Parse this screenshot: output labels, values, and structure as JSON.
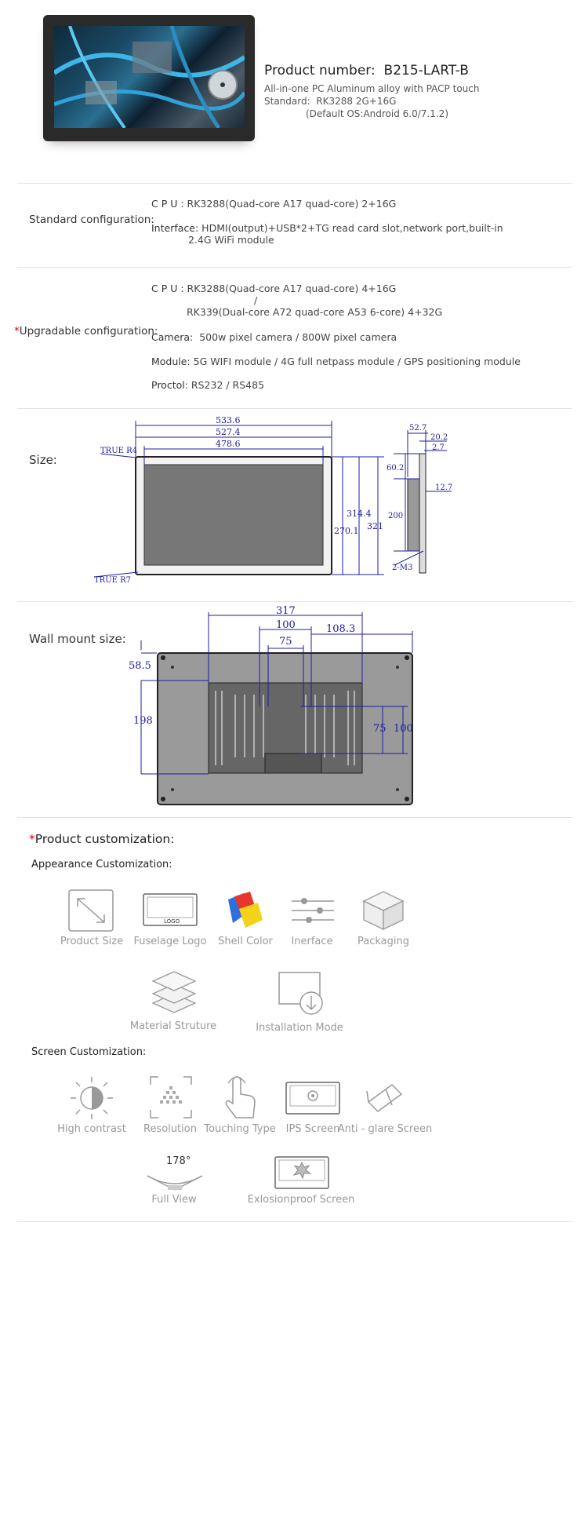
{
  "product": {
    "number_label": "Product number:",
    "number_value": "B215-LART-B",
    "desc_line1": "All-in-one PC Aluminum alloy with PACP touch",
    "standard_label": "Standard:",
    "standard_value": "RK3288 2G+16G",
    "default_os": "(Default OS:Android 6.0/7.1.2)"
  },
  "standard_config": {
    "label": "Standard configuration:",
    "cpu_label": "C P U :",
    "cpu_value": "RK3288(Quad-core A17 quad-core) 2+16G",
    "interface_label": "Interface:",
    "interface_value_1": "HDMI(output)+USB*2+TG read card slot,network port,built-in",
    "interface_value_2": "2.4G WiFi module"
  },
  "upgradable_config": {
    "star": "*",
    "label": "Upgradable configuration:",
    "cpu_label": "C P U :",
    "cpu_value_1": "RK3288(Quad-core A17 quad-core) 4+16G",
    "cpu_sep": "/",
    "cpu_value_2": "RK339(Dual-core A72 quad-core A53 6-core) 4+32G",
    "camera_label": "Camera:",
    "camera_value": "500w pixel camera / 800W pixel camera",
    "module_label": "Module:",
    "module_value": "5G WIFI module / 4G full netpass module / GPS positioning module",
    "proctol_label": "Proctol:",
    "proctol_value": "RS232 / RS485"
  },
  "size": {
    "label": "Size:",
    "dims": {
      "w1": "533.6",
      "w2": "527.4",
      "w3": "478.6",
      "h1": "314.4",
      "h2": "321",
      "h3": "270.1",
      "true_r4": "TRUE R4",
      "true_r7": "TRUE R7",
      "side_52": "52.7",
      "side_20": "20.2",
      "side_2": "2.7",
      "side_60": "60.2",
      "side_12": "12.7",
      "side_200": "200",
      "m3": "2-M3"
    }
  },
  "wall_mount": {
    "label": "Wall mount size:",
    "dims": {
      "d317": "317",
      "d100a": "100",
      "d108": "108.3",
      "d75a": "75",
      "d58": "58.5",
      "d198": "198",
      "d75b": "75",
      "d100b": "100"
    }
  },
  "customization": {
    "star": "*",
    "title": "Product customization:",
    "appearance_title": "Appearance Customization:",
    "appearance_items": [
      "Product Size",
      "Fuselage Logo",
      "Shell Color",
      "Inerface",
      "Packaging",
      "Material Struture",
      "Installation Mode"
    ],
    "logo_text": "LOGO",
    "screen_title": "Screen Customization:",
    "screen_items": [
      "High contrast",
      "Resolution",
      "Touching Type",
      "IPS Screen",
      "Anti - glare Screen",
      "Full View",
      "Exlosionproof Screen"
    ],
    "full_view_angle": "178°"
  },
  "colors": {
    "accent_red": "#dd0000",
    "dim_blue": "#1c1ca0",
    "shell_red": "#e8352e",
    "shell_yellow": "#f5d21a",
    "shell_blue": "#2e6fe0"
  }
}
